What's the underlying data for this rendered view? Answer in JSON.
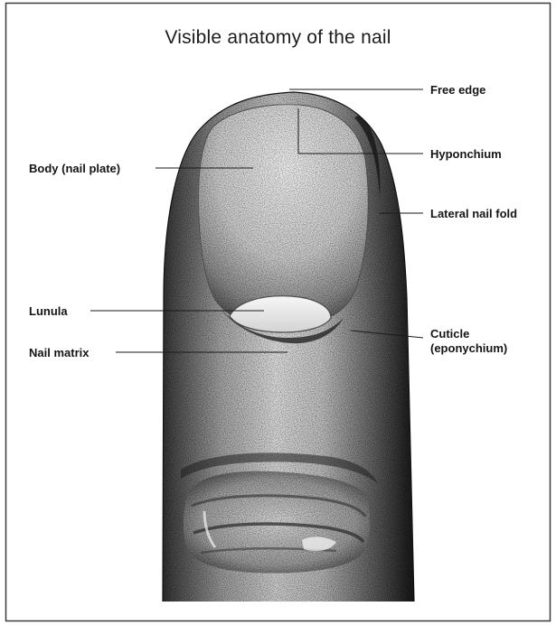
{
  "diagram": {
    "title": "Visible anatomy of the nail",
    "labels": {
      "free_edge": "Free edge",
      "hyponchium": "Hyponchium",
      "body_nail_plate": "Body (nail plate)",
      "lateral_nail_fold": "Lateral nail fold",
      "lunula": "Lunula",
      "nail_matrix": "Nail matrix",
      "cuticle_line1": "Cuticle",
      "cuticle_line2": "(eponychium)"
    }
  },
  "colors": {
    "ink": "#151515",
    "skin_light": "#eeeeee",
    "skin_dark": "#1a1a1a",
    "frame": "#3a3a3a"
  }
}
